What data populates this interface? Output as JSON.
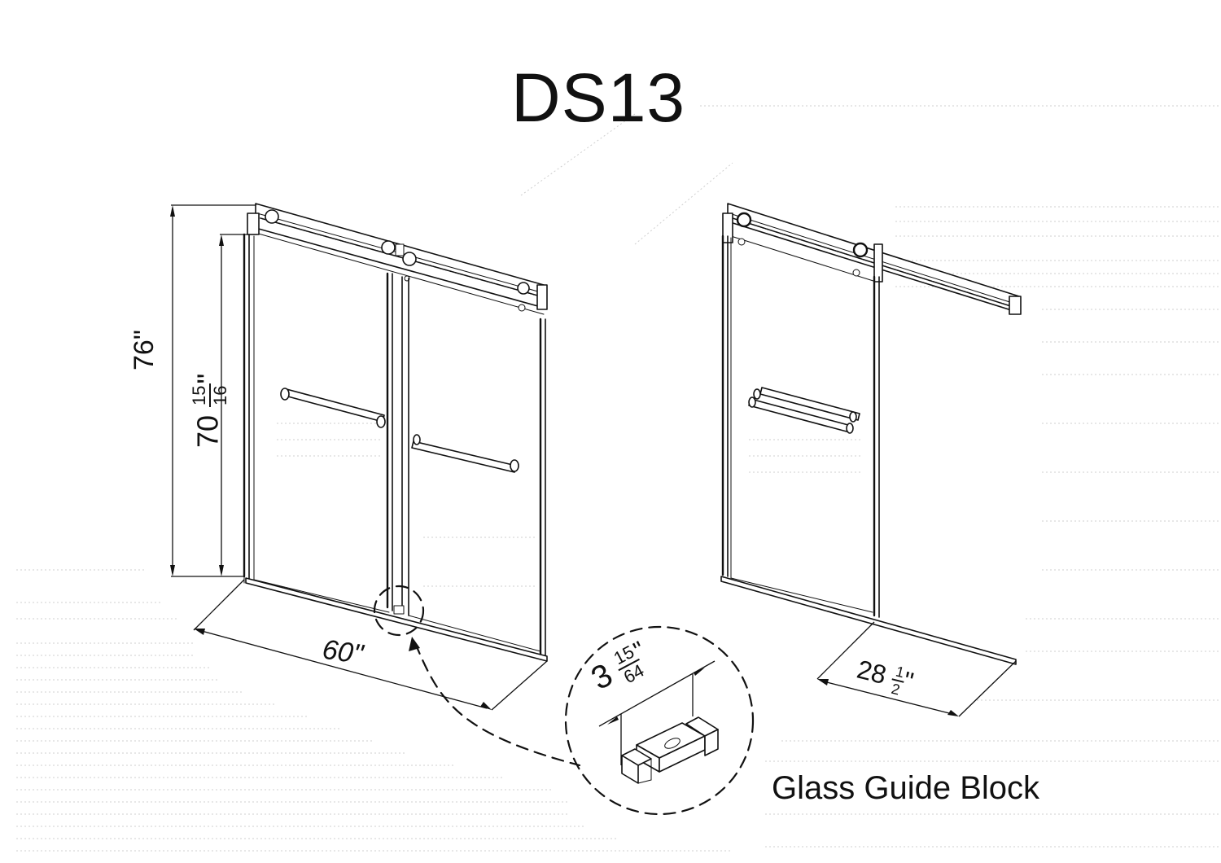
{
  "title": "DS13",
  "caption": "Glass Guide Block",
  "colors": {
    "ink": "#111111",
    "background": "#ffffff",
    "watermark_lines": "#cfcfcf"
  },
  "dimensions": {
    "total_height": {
      "whole": "76",
      "unit": "\""
    },
    "glass_height": {
      "whole": "70",
      "num": "15",
      "den": "16",
      "unit": "\""
    },
    "width": {
      "whole": "60",
      "unit": "\""
    },
    "guide_block": {
      "whole": "3",
      "num": "15",
      "den": "64",
      "unit": "\""
    },
    "return_width": {
      "whole": "28",
      "num": "1",
      "den": "2",
      "unit": "\""
    }
  },
  "views": [
    {
      "id": "closed-assembly",
      "description": "Two-panel sliding door, closed position"
    },
    {
      "id": "open-assembly",
      "description": "Sliding door, open position (side view)"
    },
    {
      "id": "detail-callout",
      "description": "Glass guide block detail"
    }
  ]
}
